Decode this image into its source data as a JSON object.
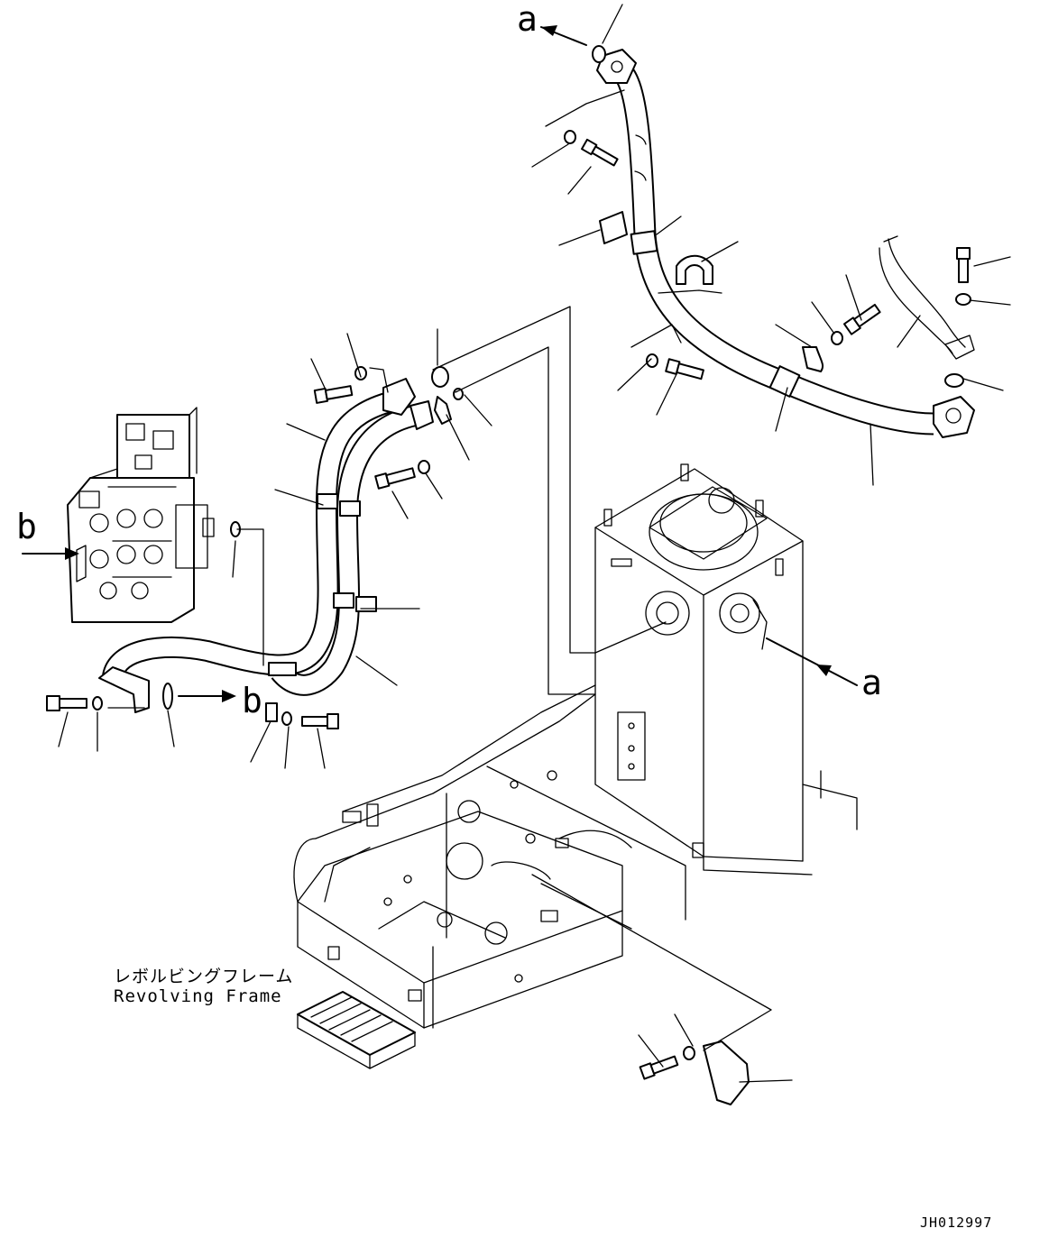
{
  "view_labels": {
    "a_top": "a",
    "a_right": "a",
    "b_left": "b",
    "b_bottom": "b"
  },
  "frame_label": {
    "japanese": "レボルビングフレーム",
    "english": "Revolving Frame"
  },
  "drawing_code": "JH012997"
}
